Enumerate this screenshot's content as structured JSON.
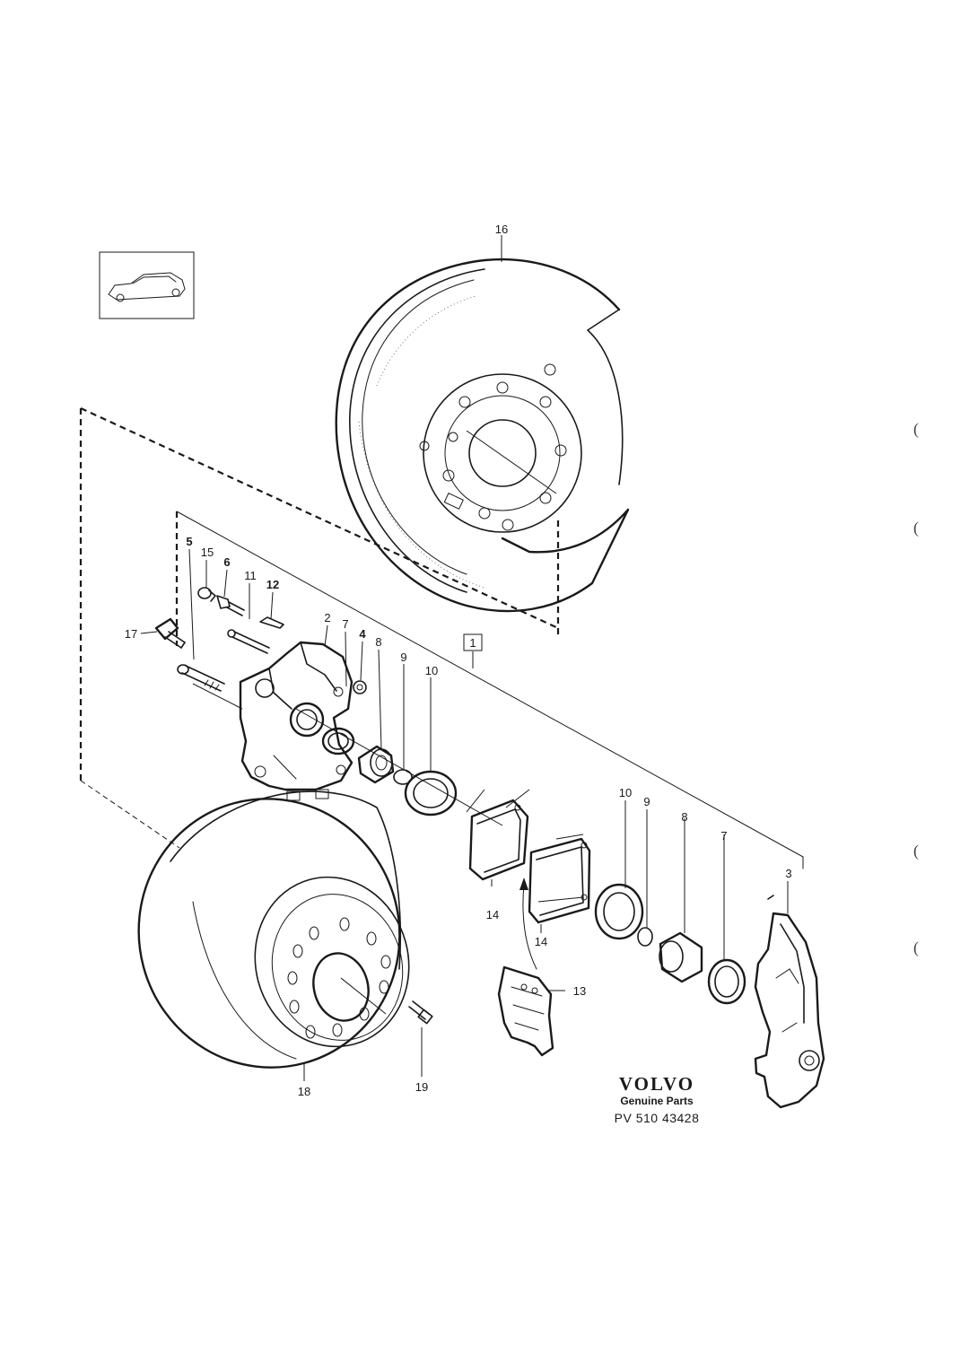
{
  "diagram": {
    "assembly_ref": "1",
    "callouts": {
      "p1": "1",
      "p2": "2",
      "p3": "3",
      "p4": "4",
      "p5": "5",
      "p6": "6",
      "p7a": "7",
      "p7b": "7",
      "p8a": "8",
      "p8b": "8",
      "p9a": "9",
      "p9b": "9",
      "p10a": "10",
      "p10b": "10",
      "p11": "11",
      "p12": "12",
      "p13": "13",
      "p14a": "14",
      "p14b": "14",
      "p15": "15",
      "p16": "16",
      "p17": "17",
      "p18": "18",
      "p19": "19"
    }
  },
  "branding": {
    "brand": "VOLVO",
    "subtitle": "Genuine Parts",
    "code": "PV 510 43428"
  },
  "margin_marks": [
    "(",
    "(",
    "(",
    "("
  ]
}
